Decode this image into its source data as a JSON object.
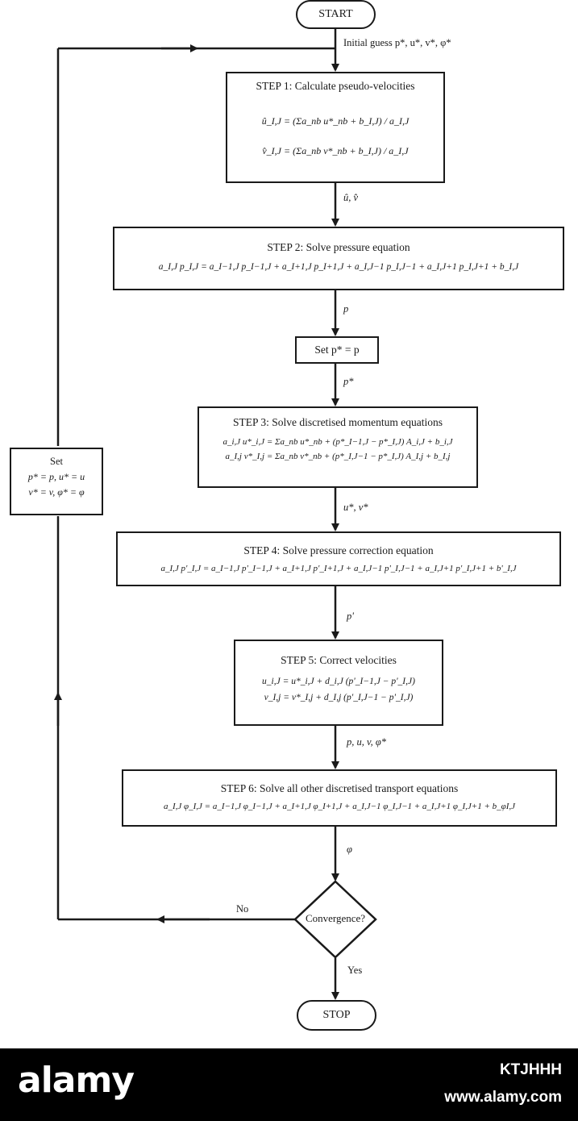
{
  "flowchart": {
    "start": "START",
    "stop": "STOP",
    "initial_guess": "Initial guess p*, u*, v*, φ*",
    "step1": {
      "title": "STEP 1: Calculate pseudo-velocities",
      "eq1": "û_I,J = (Σa_nb u*_nb + b_I,J) / a_I,J",
      "eq2": "v̂_I,J = (Σa_nb v*_nb + b_I,J) / a_I,J"
    },
    "edge1": "û, v̂",
    "step2": {
      "title": "STEP 2: Solve pressure equation",
      "eq1": "a_I,J p_I,J = a_I−1,J p_I−1,J + a_I+1,J p_I+1,J + a_I,J−1 p_I,J−1 + a_I,J+1 p_I,J+1 + b_I,J"
    },
    "edge2": "p",
    "set_p": "Set p* = p",
    "edge3": "p*",
    "step3": {
      "title": "STEP 3: Solve discretised momentum equations",
      "eq1": "a_i,J u*_i,J = Σa_nb u*_nb + (p*_I−1,J − p*_I,J) A_i,J + b_i,J",
      "eq2": "a_I,j v*_I,j = Σa_nb v*_nb + (p*_I,J−1 − p*_I,J) A_I,j + b_I,j"
    },
    "edge4": "u*, v*",
    "step4": {
      "title": "STEP 4: Solve pressure correction equation",
      "eq1": "a_I,J p'_I,J = a_I−1,J p'_I−1,J + a_I+1,J p'_I+1,J + a_I,J−1 p'_I,J−1 + a_I,J+1 p'_I,J+1 + b'_I,J"
    },
    "edge5": "p'",
    "step5": {
      "title": "STEP 5: Correct velocities",
      "eq1": "u_i,J = u*_i,J + d_i,J (p'_I−1,J − p'_I,J)",
      "eq2": "v_I,j = v*_I,j + d_I,j (p'_I,J−1 − p'_I,J)"
    },
    "edge6": "p, u, v, φ*",
    "step6": {
      "title": "STEP 6: Solve all other discretised transport equations",
      "eq1": "a_I,J φ_I,J = a_I−1,J φ_I−1,J + a_I+1,J φ_I+1,J + a_I,J−1 φ_I,J−1 + a_I,J+1 φ_I,J+1 + b_φI,J"
    },
    "edge7": "φ",
    "convergence": "Convergence?",
    "no_label": "No",
    "yes_label": "Yes",
    "set_box": {
      "title": "Set",
      "line1": "p* = p, u* = u",
      "line2": "v* = v, φ* = φ"
    }
  },
  "watermark": {
    "brand": "alamy",
    "image_id": "KTJHHH",
    "site": "www.alamy.com"
  }
}
